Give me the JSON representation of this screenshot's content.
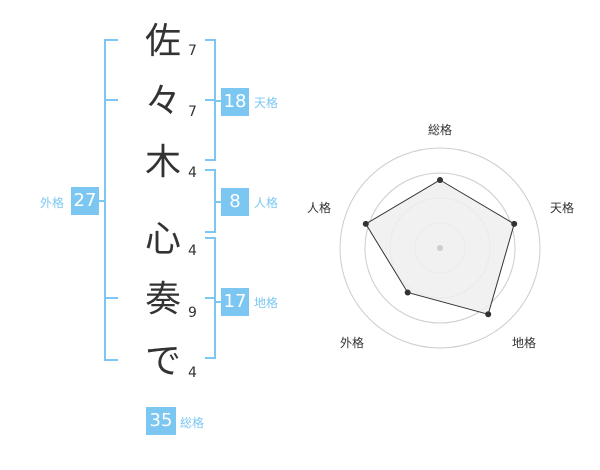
{
  "name": {
    "characters": [
      "佐",
      "々",
      "木",
      "心",
      "奏",
      "で"
    ],
    "strokes": [
      "7",
      "7",
      "4",
      "4",
      "9",
      "4"
    ]
  },
  "kaku": {
    "tenkaku": {
      "value": "18",
      "label": "天格"
    },
    "jinkaku": {
      "value": "8",
      "label": "人格"
    },
    "chikaku": {
      "value": "17",
      "label": "地格"
    },
    "gaikaku": {
      "value": "27",
      "label": "外格"
    },
    "soukaku": {
      "value": "35",
      "label": "総格"
    }
  },
  "chart_data": {
    "type": "radar",
    "axes": [
      "総格",
      "天格",
      "地格",
      "外格",
      "人格"
    ],
    "values": [
      0.68,
      0.78,
      0.82,
      0.55,
      0.78
    ],
    "rings": 4,
    "colors": {
      "accent": "#7cc7f2",
      "fill": "#eeeeee",
      "ring": "#cccccc",
      "line": "#333333"
    }
  }
}
